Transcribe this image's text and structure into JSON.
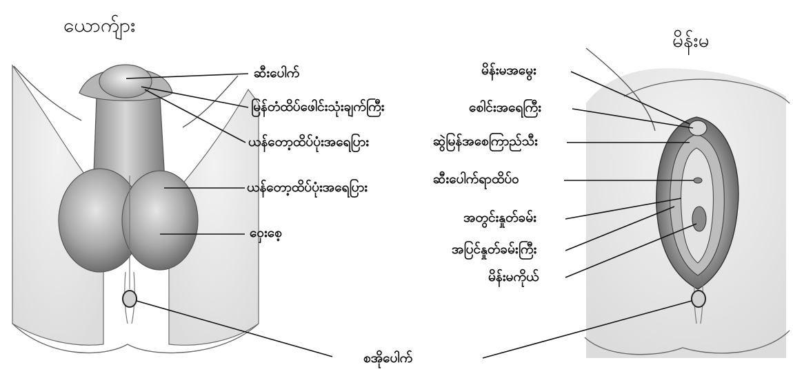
{
  "titles": {
    "male": "ယောက်ျား",
    "female": "မိန်းမ"
  },
  "male_labels": {
    "glans": "ဆီးပေါက်",
    "foreskin": "မြန်တံထိပ်ဖေါင်းသုံးချက်ကြီး",
    "shaft": "ယန်တော့ထိပ်ပုံးအရေပြား",
    "shaft_skin": "ယန်တော့ထိပ်ပုံးအရေပြား",
    "scrotum": "ဝှေးစေ့"
  },
  "female_labels": {
    "mons": "မိန်းမအမွေး",
    "clitoris_hood": "စေါင်းအရေကြီး",
    "clitoris": "ဆွဲမြန်အစေကြာည်သီး",
    "urethra": "ဆီးပေါက်ရာထိပ်ဝ",
    "labia_minora": "အတွင်းနှုတ်ခမ်း",
    "labia_majora": "အပြင်နှုတ်ခမ်းကြီး",
    "vagina": "မိန်းမကိုယ်"
  },
  "shared_labels": {
    "anus": "စအိုပေါက်"
  }
}
